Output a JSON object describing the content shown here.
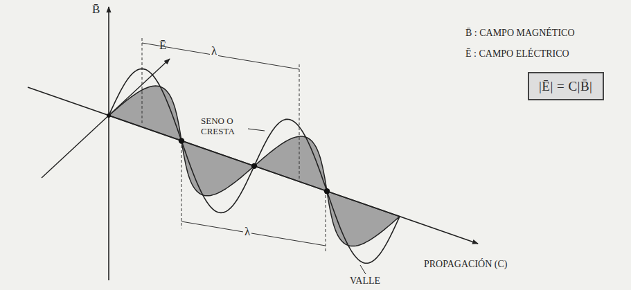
{
  "diagram": {
    "nodes": [
      {
        "text": [
          "|Ē| = C|B̄|"
        ]
      }
    ],
    "labels": [
      "B̄",
      "Ē",
      "λ",
      "λ",
      "B̄ : CAMPO MAGNÉTICO",
      "Ē : CAMPO ELÉCTRICO",
      "SENO O CRESTA",
      "PROPAGACIÓN (C)",
      "VALLE"
    ]
  }
}
